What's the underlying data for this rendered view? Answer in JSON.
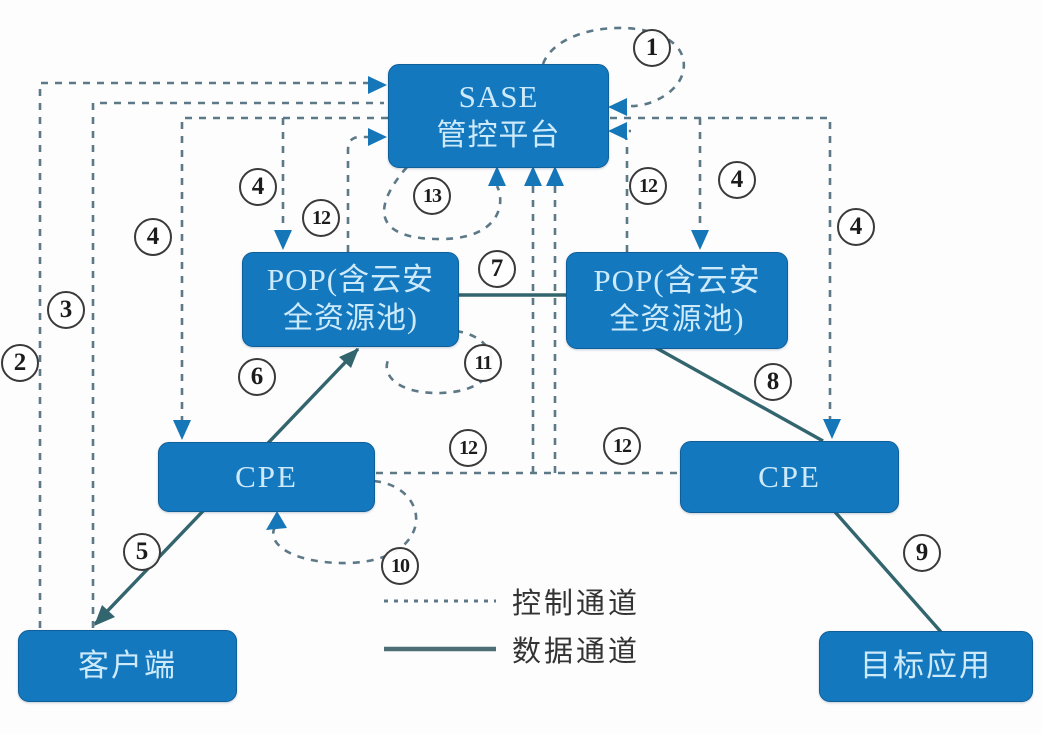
{
  "nodes": {
    "sase": {
      "line1": "SASE",
      "line2": "管控平台"
    },
    "pop_left": {
      "line1": "POP(含云安",
      "line2": "全资源池)"
    },
    "pop_right": {
      "line1": "POP(含云安",
      "line2": "全资源池)"
    },
    "cpe_left": {
      "label": "CPE"
    },
    "cpe_right": {
      "label": "CPE"
    },
    "client": {
      "label": "客户端"
    },
    "target": {
      "label": "目标应用"
    }
  },
  "legend": {
    "control_label": "控制通道",
    "data_label": "数据通道"
  },
  "markers": [
    {
      "num": "1"
    },
    {
      "num": "2"
    },
    {
      "num": "3"
    },
    {
      "num": "4"
    },
    {
      "num": "4"
    },
    {
      "num": "4"
    },
    {
      "num": "4"
    },
    {
      "num": "5"
    },
    {
      "num": "6"
    },
    {
      "num": "7"
    },
    {
      "num": "8"
    },
    {
      "num": "9"
    },
    {
      "num": "10"
    },
    {
      "num": "11"
    },
    {
      "num": "12"
    },
    {
      "num": "12"
    },
    {
      "num": "12"
    },
    {
      "num": "12"
    },
    {
      "num": "13"
    }
  ],
  "colors": {
    "box-fill": "#1478bf",
    "box-text": "#cdeafb",
    "dashed-line": "#5d7886",
    "solid-line": "#33656f",
    "arrow-blue": "#1577b8",
    "marker-border": "#3a3a3a",
    "marker-text": "#1c1c1c",
    "legend-text": "#333333",
    "background": "#fdfdfd"
  }
}
